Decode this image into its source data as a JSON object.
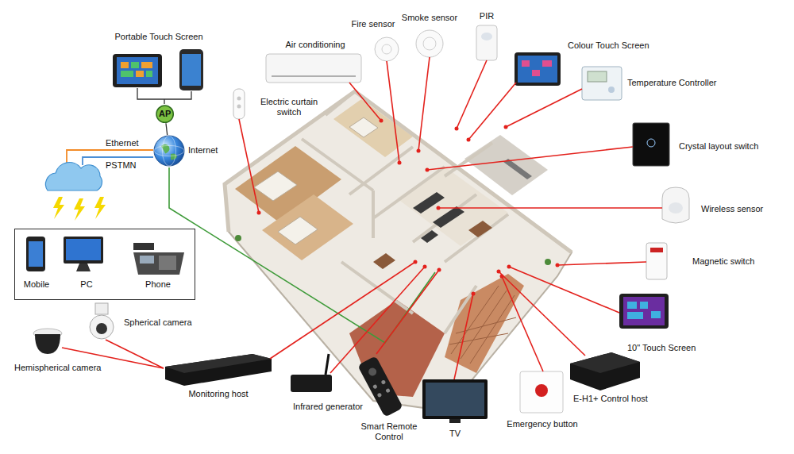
{
  "diagram": {
    "nodes": [
      {
        "text": [
          "AP"
        ]
      },
      {
        "text": [
          "Internet"
        ]
      },
      {
        "text": [
          "Mobile",
          "PC",
          "Phone"
        ]
      }
    ],
    "edges": [
      {
        "from": 0,
        "to": 1,
        "arrow": "none"
      }
    ],
    "labels": [
      "Portable Touch Screen",
      "Ethernet",
      "PSTMN",
      "Air conditioning",
      "Fire sensor",
      "Smoke sensor",
      "PIR",
      "Colour Touch Screen",
      "Temperature Controller",
      "Electric curtain switch",
      "Crystal layout switch",
      "Wireless sensor",
      "Magnetic switch",
      "Spherical camera",
      "Hemispherical camera",
      "10\" Touch Screen",
      "Monitoring host",
      "Infrared generator",
      "Smart Remote Control",
      "TV",
      "Emergency button",
      "E-H1+ Control host"
    ]
  }
}
